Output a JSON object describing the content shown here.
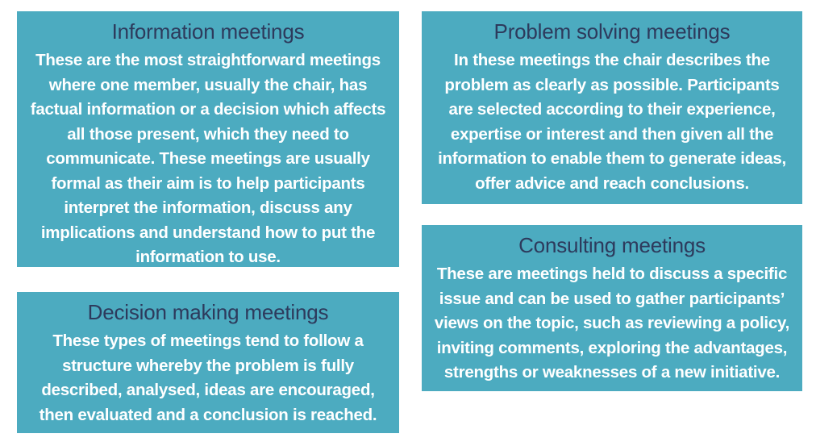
{
  "theme": {
    "card_background": "#4cabc0",
    "title_color": "#2d3a5c",
    "body_color": "#ffffff",
    "page_background": "#ffffff"
  },
  "cards": [
    {
      "id": "information",
      "title": "Information meetings",
      "body": "These are the most straightforward meetings where one member, usually the chair, has factual information or a decision which affects all those present, which they need to communicate. These meetings are usually formal as their aim is to help participants interpret the information, discuss any implications and understand how to put the information to use."
    },
    {
      "id": "problem-solving",
      "title": "Problem solving meetings",
      "body": "In these meetings the chair describes the problem as clearly as possible. Participants are selected according to their experience, expertise or interest and then given all the information to enable them to generate ideas, offer advice and reach conclusions."
    },
    {
      "id": "consulting",
      "title": "Consulting meetings",
      "body": "These are meetings held to discuss a specific issue and can be used to gather participants’ views on the topic, such as reviewing a policy, inviting comments, exploring the advantages, strengths or weaknesses of a new initiative."
    },
    {
      "id": "decision-making",
      "title": "Decision making meetings",
      "body": "These types of meetings tend to follow a structure whereby the problem is fully described, analysed, ideas are encouraged, then evaluated and a conclusion is reached."
    }
  ]
}
